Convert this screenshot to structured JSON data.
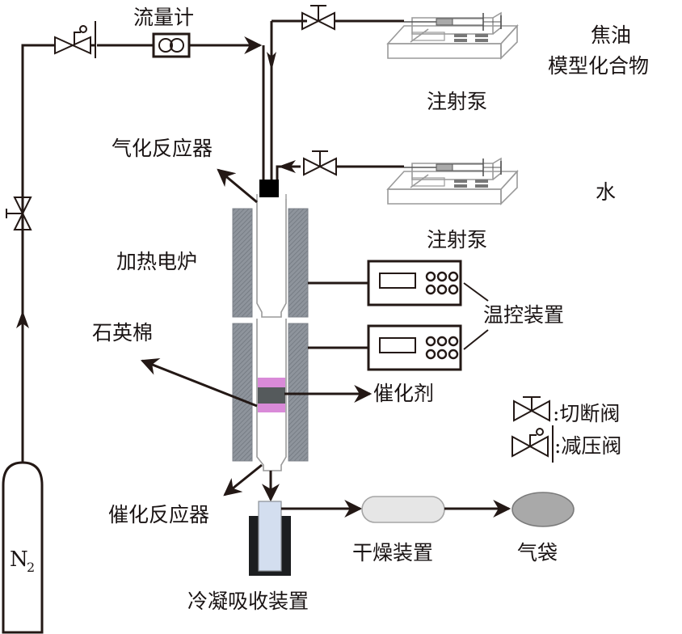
{
  "diagram": {
    "title": "",
    "colors": {
      "line": "#231815",
      "furnace": "#8a9099",
      "catalyst": "#555a5c",
      "quartz_wool": "#d98ad8",
      "condenser_tube": "#d3deef",
      "dryer": "#e6e6e6",
      "gas_bag": "#a9a9a9"
    },
    "labels": {
      "flowmeter": "流量计",
      "tar_model_line1": "焦油",
      "tar_model_line2": "模型化合物",
      "syringe_pump_top": "注射泵",
      "water": "水",
      "syringe_pump_bottom": "注射泵",
      "gasification_reactor": "气化反应器",
      "heating_furnace": "加热电炉",
      "temp_control": "温控装置",
      "quartz_wool": "石英棉",
      "catalyst": "催化剂",
      "catalytic_reactor": "催化反应器",
      "condenser": "冷凝吸收装置",
      "dryer": "干燥装置",
      "gas_bag": "气袋",
      "n2_main": "N",
      "n2_sub": "2"
    },
    "legend": [
      {
        "symbol": "shutoff-valve",
        "text": ":切断阀"
      },
      {
        "symbol": "pressure-reducing-valve",
        "text": ":减压阀"
      }
    ],
    "nodes": [
      {
        "id": "n2-cylinder",
        "label": "N2"
      },
      {
        "id": "pressure-reducing-valve"
      },
      {
        "id": "shutoff-valve-n2"
      },
      {
        "id": "flowmeter",
        "label": "流量计"
      },
      {
        "id": "syringe-pump-tar",
        "label": "注射泵",
        "fluid": "焦油模型化合物"
      },
      {
        "id": "syringe-pump-water",
        "label": "注射泵",
        "fluid": "水"
      },
      {
        "id": "gasification-reactor",
        "label": "气化反应器"
      },
      {
        "id": "heating-furnace",
        "label": "加热电炉"
      },
      {
        "id": "temperature-controller-1",
        "label": "温控装置"
      },
      {
        "id": "temperature-controller-2",
        "label": "温控装置"
      },
      {
        "id": "catalytic-reactor",
        "label": "催化反应器"
      },
      {
        "id": "condenser",
        "label": "冷凝吸收装置"
      },
      {
        "id": "dryer",
        "label": "干燥装置"
      },
      {
        "id": "gas-bag",
        "label": "气袋"
      }
    ],
    "edges": [
      [
        "n2-cylinder",
        "shutoff-valve-n2"
      ],
      [
        "shutoff-valve-n2",
        "pressure-reducing-valve"
      ],
      [
        "pressure-reducing-valve",
        "flowmeter"
      ],
      [
        "flowmeter",
        "gasification-reactor"
      ],
      [
        "syringe-pump-tar",
        "gasification-reactor"
      ],
      [
        "syringe-pump-water",
        "gasification-reactor"
      ],
      [
        "gasification-reactor",
        "catalytic-reactor"
      ],
      [
        "catalytic-reactor",
        "condenser"
      ],
      [
        "condenser",
        "dryer"
      ],
      [
        "dryer",
        "gas-bag"
      ]
    ]
  }
}
